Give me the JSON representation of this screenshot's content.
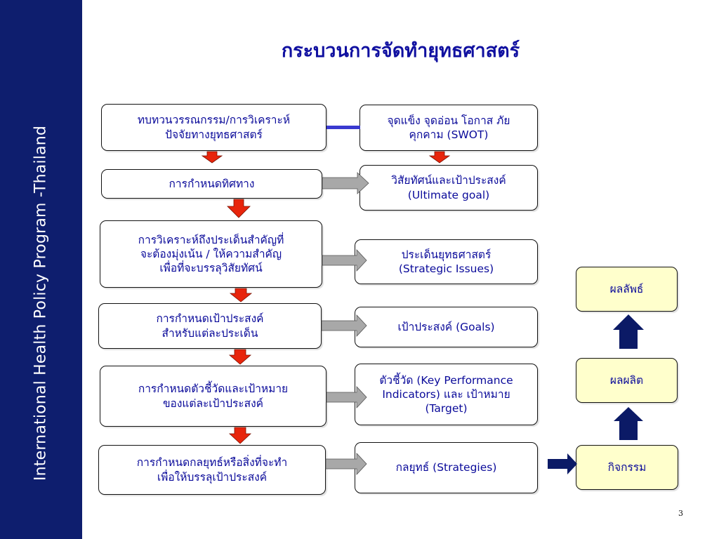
{
  "sidebar": {
    "text": "International Health Policy Program -Thailand"
  },
  "title": "กระบวนการจัดทำยุทธศาสตร์",
  "process_steps": [
    "ทบทวนวรรณกรรม/การวิเคราะห์\nปัจจัยทางยุทธศาสตร์",
    "การกำหนดทิศทาง",
    "การวิเคราะห์ถึงประเด็นสำคัญที่\nจะต้องมุ่งเน้น / ให้ความสำคัญ\nเพื่อที่จะบรรลุวิสัยทัศน์",
    "การกำหนดเป้าประสงค์\nสำหรับแต่ละประเด็น",
    "การกำหนดตัวชี้วัดและเป้าหมาย\nของแต่ละเป้าประสงค์",
    "การกำหนดกลยุทธ์หรือสิ่งที่จะทำ\nเพื่อให้บรรลุเป้าประสงค์"
  ],
  "outputs": [
    "จุดแข็ง จุดอ่อน โอกาส ภัย\nคุกคาม (SWOT)",
    "วิสัยทัศน์และเป้าประสงค์\n(Ultimate goal)",
    "ประเด็นยุทธศาสตร์\n(Strategic Issues)",
    "เป้าประสงค์ (Goals)",
    "ตัวชี้วัด (Key Performance\nIndicators) และ เป้าหมาย\n(Target)",
    "กลยุทธ์ (Strategies)"
  ],
  "results": {
    "outcome": "ผลลัพธ์",
    "output": "ผลผลิต",
    "activity": "กิจกรรม"
  },
  "colors": {
    "sidebar": "#0e1e6e",
    "title": "#1010a0",
    "box_text": "#0a0a9a",
    "down_arrow": "#e8250c",
    "side_arrow": "#a8a8a8",
    "up_arrow": "#0b1a66",
    "result_box": "#ffffcc"
  },
  "page_number": "3"
}
